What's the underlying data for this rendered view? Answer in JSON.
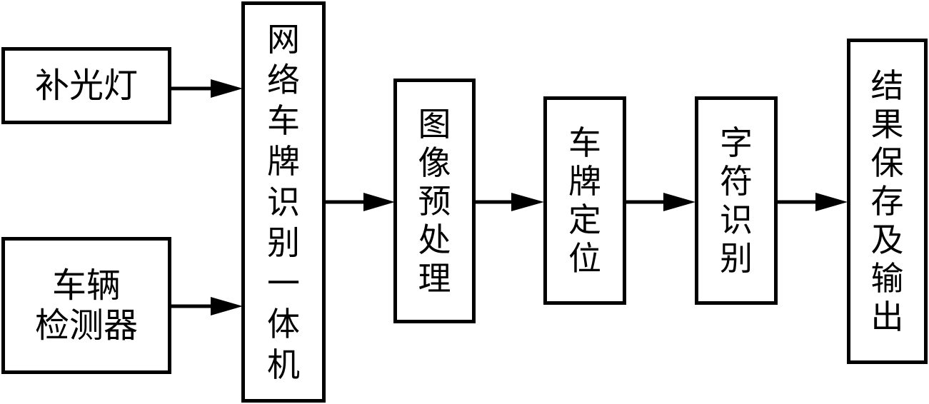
{
  "diagram": {
    "type": "flowchart",
    "nodes": [
      {
        "id": "fill-light",
        "label": "补光灯"
      },
      {
        "id": "vehicle-detector",
        "label": "车辆\n检测器"
      },
      {
        "id": "lpr-unit",
        "label": "网络车牌识别一体机"
      },
      {
        "id": "image-preprocessing",
        "label": "图像预处理"
      },
      {
        "id": "plate-localization",
        "label": "车牌定位"
      },
      {
        "id": "character-recognition",
        "label": "字符识别"
      },
      {
        "id": "result-save-output",
        "label": "结果保存及输出"
      }
    ],
    "edges": [
      {
        "from": "fill-light",
        "to": "lpr-unit"
      },
      {
        "from": "vehicle-detector",
        "to": "lpr-unit"
      },
      {
        "from": "lpr-unit",
        "to": "image-preprocessing"
      },
      {
        "from": "image-preprocessing",
        "to": "plate-localization"
      },
      {
        "from": "plate-localization",
        "to": "character-recognition"
      },
      {
        "from": "character-recognition",
        "to": "result-save-output"
      }
    ],
    "stroke_color": "#000000",
    "background_color": "#ffffff"
  }
}
